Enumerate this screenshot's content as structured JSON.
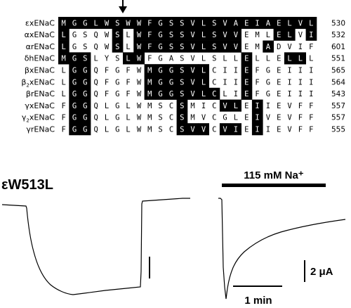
{
  "alignment": {
    "rows": [
      {
        "prefix": "ε",
        "sub": "",
        "name": "xENaC",
        "seq": "MGGLWSWWFGSSVLSVAEIAELVL",
        "shade": "111111111111111111111111",
        "num": "530"
      },
      {
        "prefix": "α",
        "sub": "",
        "name": "xENaC",
        "seq": "LGSQWSLWFGSSVLSVVEMLELVI",
        "shade": "100001011111111110001101",
        "num": "532"
      },
      {
        "prefix": "α",
        "sub": "",
        "name": "rENaC",
        "seq": "LGSQWSLWFGSSVLSVVEMADVIF",
        "shade": "100001011111111110010000",
        "num": "601"
      },
      {
        "prefix": "δ",
        "sub": "",
        "name": "hENaC",
        "seq": "MGSLYSLWFGASVLSLLELLELLL",
        "shade": "111000110000000001000110",
        "num": "551"
      },
      {
        "prefix": "β",
        "sub": "",
        "name": "xENaC",
        "seq": "LGGQFGFWMGGSVLCIIEFGEIII",
        "shade": "011000001111110001000000",
        "num": "565"
      },
      {
        "prefix": "β",
        "sub": "2",
        "name": "xENaC",
        "seq": "LGGQFGFWMGGSVLCIIEFGEIII",
        "shade": "011000001111110001000000",
        "num": "564"
      },
      {
        "prefix": "β",
        "sub": "",
        "name": "rENaC",
        "seq": "LGGQFGFWMGGSVLCLIEFGEIII",
        "shade": "011000001111111001000000",
        "num": "543"
      },
      {
        "prefix": "γ",
        "sub": "",
        "name": "xENaC",
        "seq": "FGGQLGLWMSCSMICVLEIIEVFF",
        "shade": "011000000001000110100000",
        "num": "557"
      },
      {
        "prefix": "γ",
        "sub": "2",
        "name": "xENaC",
        "seq": "FGGQLGLWMSCSMVCGLEIVEVFF",
        "shade": "011000000001000000100000",
        "num": "557"
      },
      {
        "prefix": "γ",
        "sub": "",
        "name": "rENaC",
        "seq": "FGGQLGLWMSCSVVCVIEIIEVFF",
        "shade": "011000000001110110100000",
        "num": "555"
      }
    ]
  },
  "mutant_label": "εW513L",
  "na_label": "115 mM Na⁺",
  "scale": {
    "current": "2 μA",
    "time": "1 min"
  }
}
